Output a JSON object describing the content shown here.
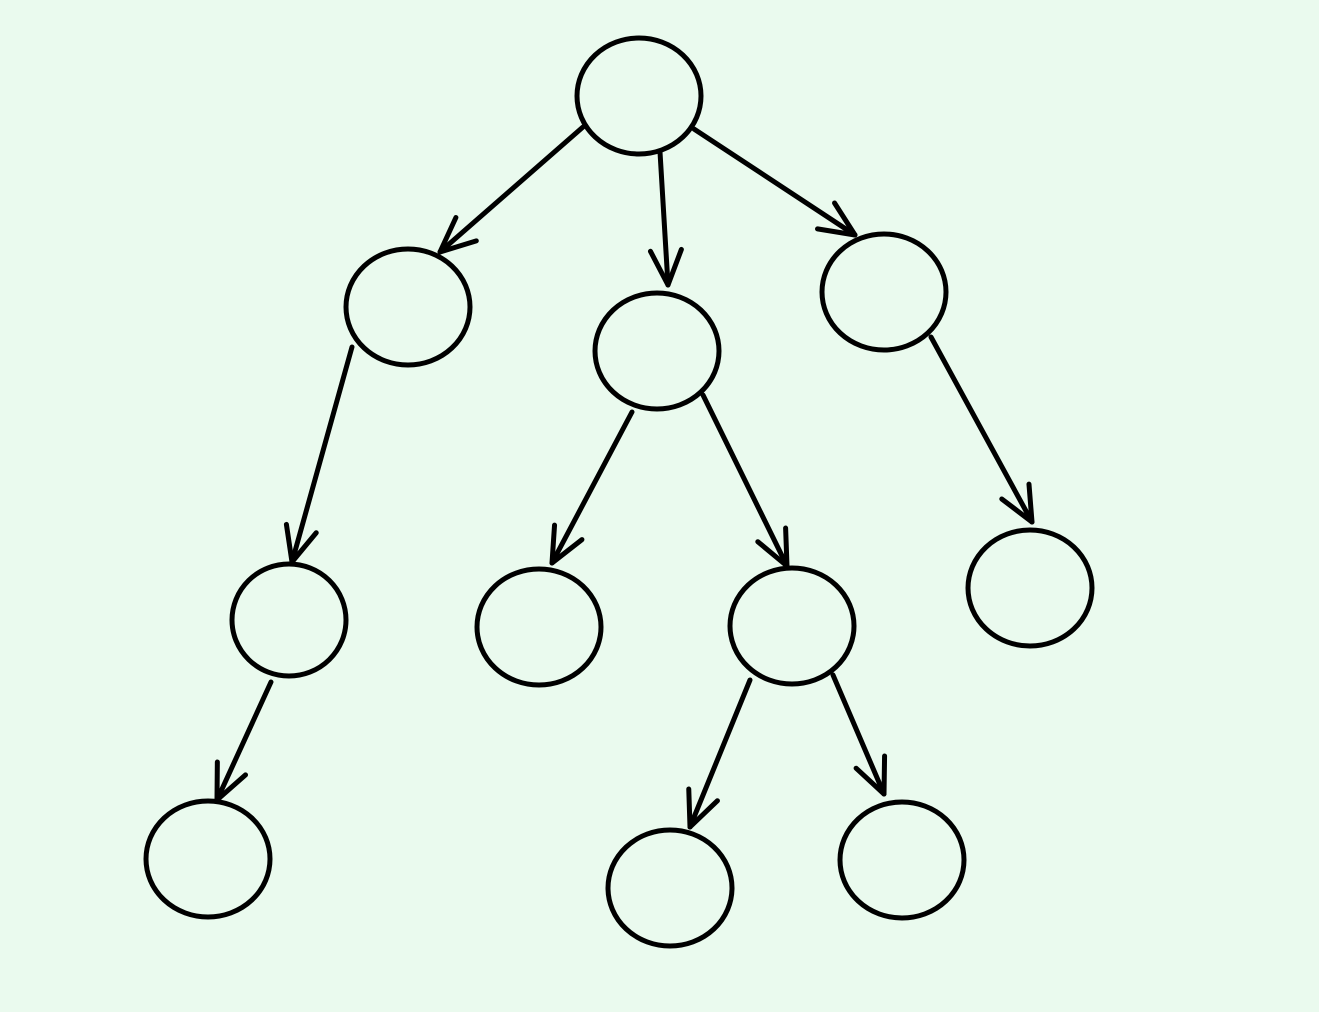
{
  "theme": {
    "background": "#eafaee",
    "stroke": "#000000"
  },
  "diagram": {
    "type": "tree",
    "nodes": [
      {
        "id": "n0",
        "label": ""
      },
      {
        "id": "n1",
        "label": ""
      },
      {
        "id": "n2",
        "label": ""
      },
      {
        "id": "n3",
        "label": ""
      },
      {
        "id": "n4",
        "label": ""
      },
      {
        "id": "n5",
        "label": ""
      },
      {
        "id": "n6",
        "label": ""
      },
      {
        "id": "n7",
        "label": ""
      },
      {
        "id": "n8",
        "label": ""
      },
      {
        "id": "n9",
        "label": ""
      },
      {
        "id": "n10",
        "label": ""
      },
      {
        "id": "n11",
        "label": ""
      }
    ],
    "edges": [
      {
        "from": "n0",
        "to": "n1"
      },
      {
        "from": "n0",
        "to": "n2"
      },
      {
        "from": "n0",
        "to": "n3"
      },
      {
        "from": "n1",
        "to": "n4"
      },
      {
        "from": "n4",
        "to": "n5"
      },
      {
        "from": "n2",
        "to": "n6"
      },
      {
        "from": "n2",
        "to": "n7"
      },
      {
        "from": "n7",
        "to": "n8"
      },
      {
        "from": "n7",
        "to": "n9"
      },
      {
        "from": "n3",
        "to": "n10"
      }
    ]
  }
}
